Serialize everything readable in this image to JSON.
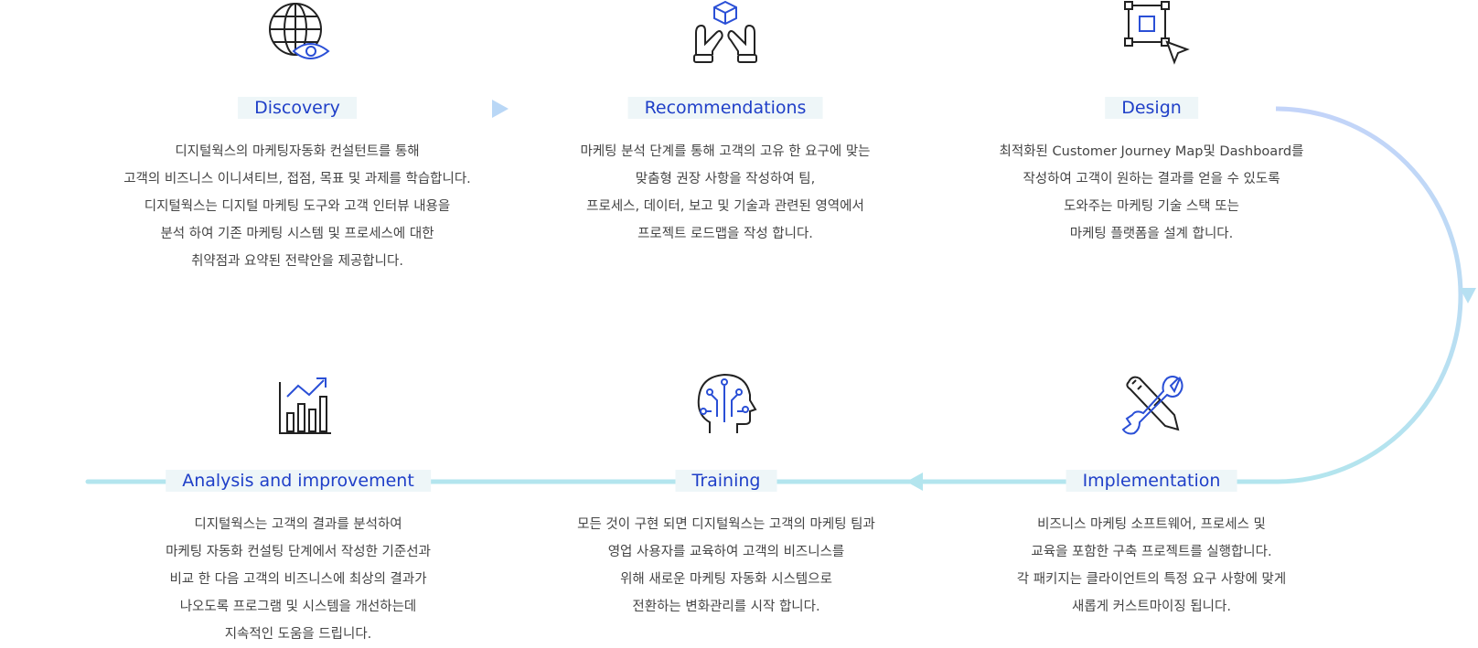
{
  "colors": {
    "track_start": "#c3d4f9",
    "track_end": "#b3e5ee",
    "label_text": "#1f3fc8",
    "label_bg": "#eef6f8",
    "icon_dark": "#222222",
    "icon_accent": "#2a4fd6",
    "body_text": "#444444"
  },
  "steps": [
    {
      "label": "Discovery",
      "icon": "globe-eye-icon",
      "lines": [
        "디지털웍스의 마케팅자동화 컨설턴트를 통해",
        "고객의 비즈니스 이니셔티브, 접점, 목표 및 과제를 학습합니다.",
        "디지털웍스는 디지털 마케팅 도구와 고객 인터뷰 내용을",
        "분석 하여 기존 마케팅 시스템 및 프로세스에 대한",
        "취약점과 요약된 전략안을 제공합니다."
      ]
    },
    {
      "label": "Recommendations",
      "icon": "hands-cube-icon",
      "lines": [
        "마케팅 분석 단계를 통해 고객의 고유 한 요구에 맞는",
        "맞춤형 권장 사항을 작성하여 팀,",
        "프로세스, 데이터, 보고 및 기술과 관련된 영역에서",
        "프로젝트 로드맵을 작성 합니다."
      ]
    },
    {
      "label": "Design",
      "icon": "select-cursor-icon",
      "lines": [
        "최적화된 Customer Journey Map및 Dashboard를",
        "작성하여 고객이 원하는 결과를 얻을 수 있도록",
        "도와주는 마케팅 기술 스택 또는",
        "마케팅 플랫폼을 설계 합니다."
      ]
    },
    {
      "label": "Implementation",
      "icon": "tools-icon",
      "lines": [
        "비즈니스 마케팅 소프트웨어, 프로세스 및",
        "교육을 포함한 구축 프로젝트를 실행합니다.",
        "각 패키지는 클라이언트의 특정 요구 사항에 맞게",
        "새롭게 커스트마이징 됩니다."
      ]
    },
    {
      "label": "Training",
      "icon": "head-circuit-icon",
      "lines": [
        "모든 것이 구현 되면 디지털웍스는 고객의 마케팅 팀과",
        "영업 사용자를 교육하여 고객의 비즈니스를",
        "위해 새로운 마케팅 자동화 시스템으로",
        "전환하는 변화관리를 시작 합니다."
      ]
    },
    {
      "label": "Analysis and improvement",
      "icon": "bar-chart-growth-icon",
      "lines": [
        "디지털웍스는 고객의 결과를 분석하여",
        "마케팅 자동화 컨설팅 단계에서 작성한 기준선과",
        "비교 한 다음 고객의 비즈니스에 최상의 결과가",
        "나오도록 프로그램 및 시스템을 개선하는데",
        "지속적인 도움을 드립니다."
      ]
    }
  ]
}
